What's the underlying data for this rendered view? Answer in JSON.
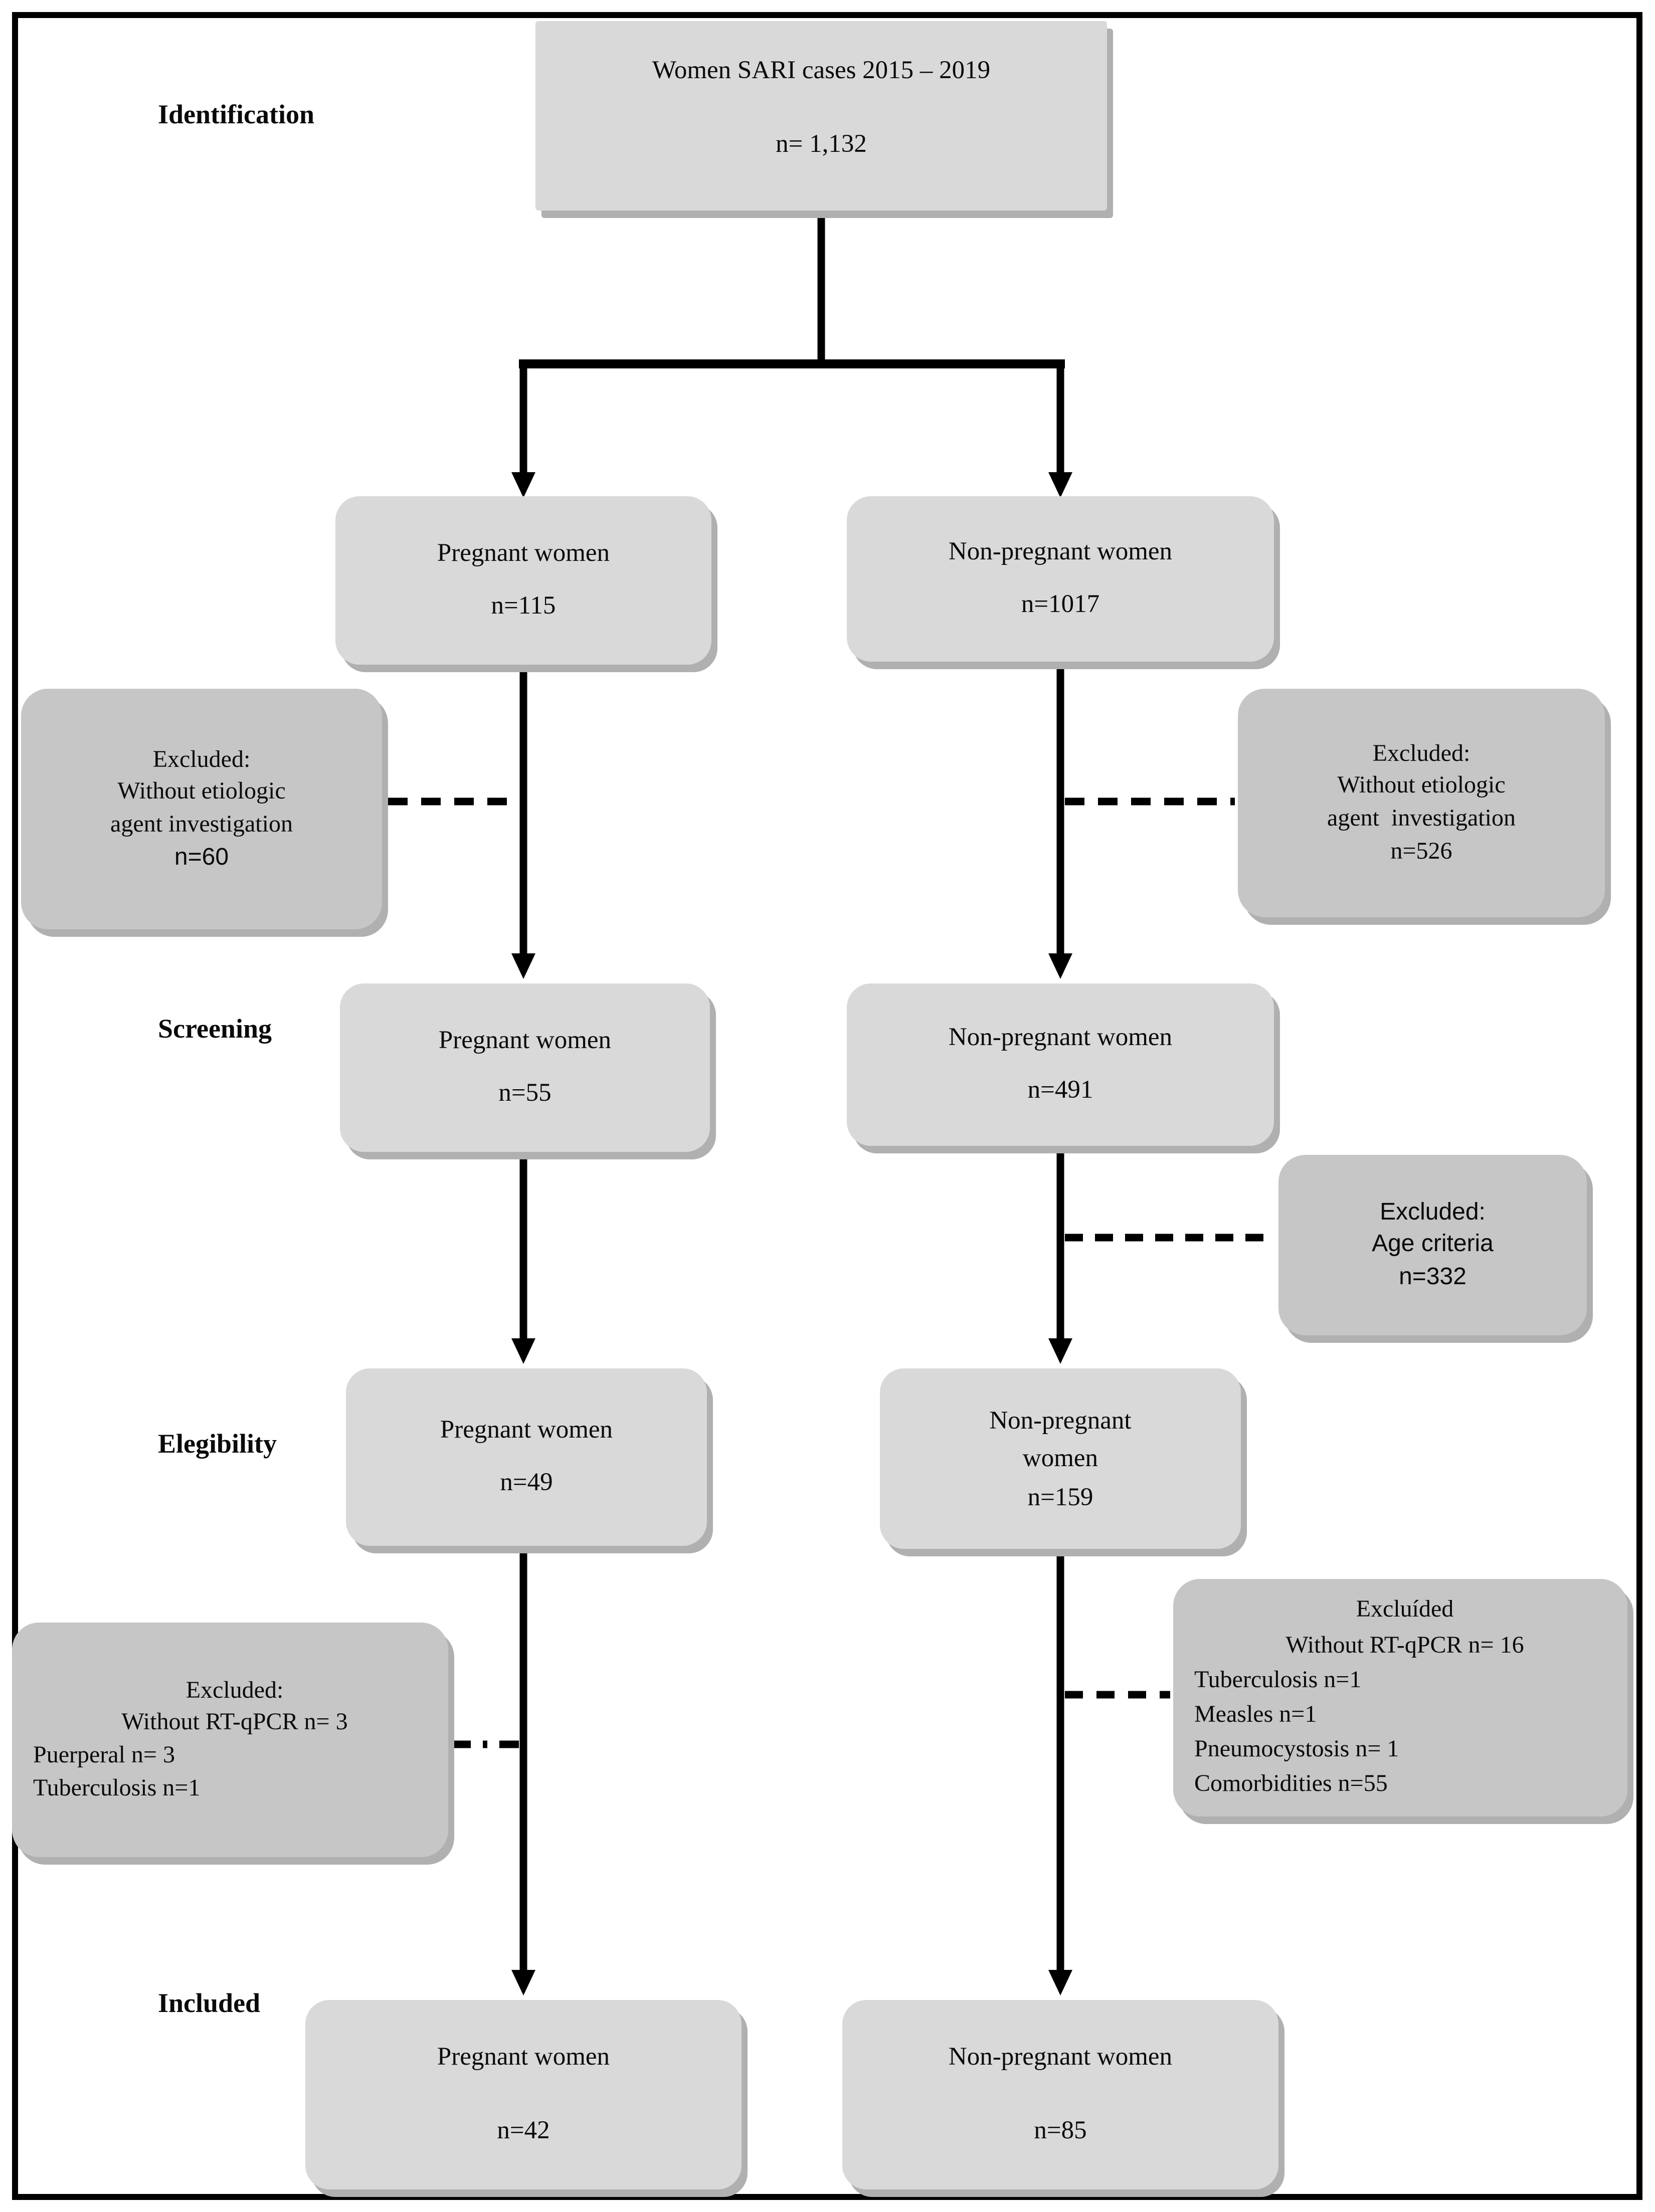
{
  "colors": {
    "box": "#d9d9d9",
    "excluded_box": "#c6c6c6",
    "line": "#000000",
    "text": "#0a0a0a",
    "shadow": "#b0b0b0"
  },
  "stages": {
    "identification": "Identification",
    "screening": "Screening",
    "eligibility": "Elegibility",
    "included": "Included"
  },
  "nodes": {
    "source": {
      "line1": "Women SARI cases 2015 – 2019",
      "line2": "n= 1,132"
    },
    "pregnant_identified": {
      "label": "Pregnant women",
      "n": "n=115"
    },
    "nonpregnant_identified": {
      "label": "Non-pregnant women",
      "n": "n=1017"
    },
    "pregnant_screened": {
      "label": "Pregnant women",
      "n": "n=55"
    },
    "nonpregnant_screened": {
      "label": "Non-pregnant women",
      "n": "n=491"
    },
    "pregnant_eligible": {
      "label": "Pregnant women",
      "n": "n=49"
    },
    "nonpregnant_eligible": {
      "line1": "Non-pregnant",
      "line2": "women",
      "n": "n=159"
    },
    "pregnant_included": {
      "label": "Pregnant women",
      "n": "n=42"
    },
    "nonpregnant_included": {
      "label": "Non-pregnant women",
      "n": "n=85"
    }
  },
  "exclusions": {
    "pregnant_no_etiologic": {
      "title": "Excluded:",
      "line2": "Without etiologic",
      "line3": "agent investigation",
      "n": "n=60"
    },
    "nonpregnant_no_etiologic": {
      "title": "Excluded:",
      "line2": "Without etiologic",
      "line3": "agent  investigation",
      "n": "n=526"
    },
    "age_criteria": {
      "title": "Excluded:",
      "line2": "Age criteria",
      "n": "n=332"
    },
    "pregnant_eligibility_exclusions": {
      "title": "Excluded:",
      "items": [
        "Without RT-qPCR n= 3",
        "Puerperal n= 3",
        "Tuberculosis n=1"
      ]
    },
    "nonpregnant_eligibility_exclusions": {
      "title": "Excluíded",
      "items": [
        "Without RT-qPCR n= 16",
        "Tuberculosis n=1",
        "Measles n=1",
        "Pneumocystosis n= 1",
        "Comorbidities n=55"
      ]
    }
  }
}
